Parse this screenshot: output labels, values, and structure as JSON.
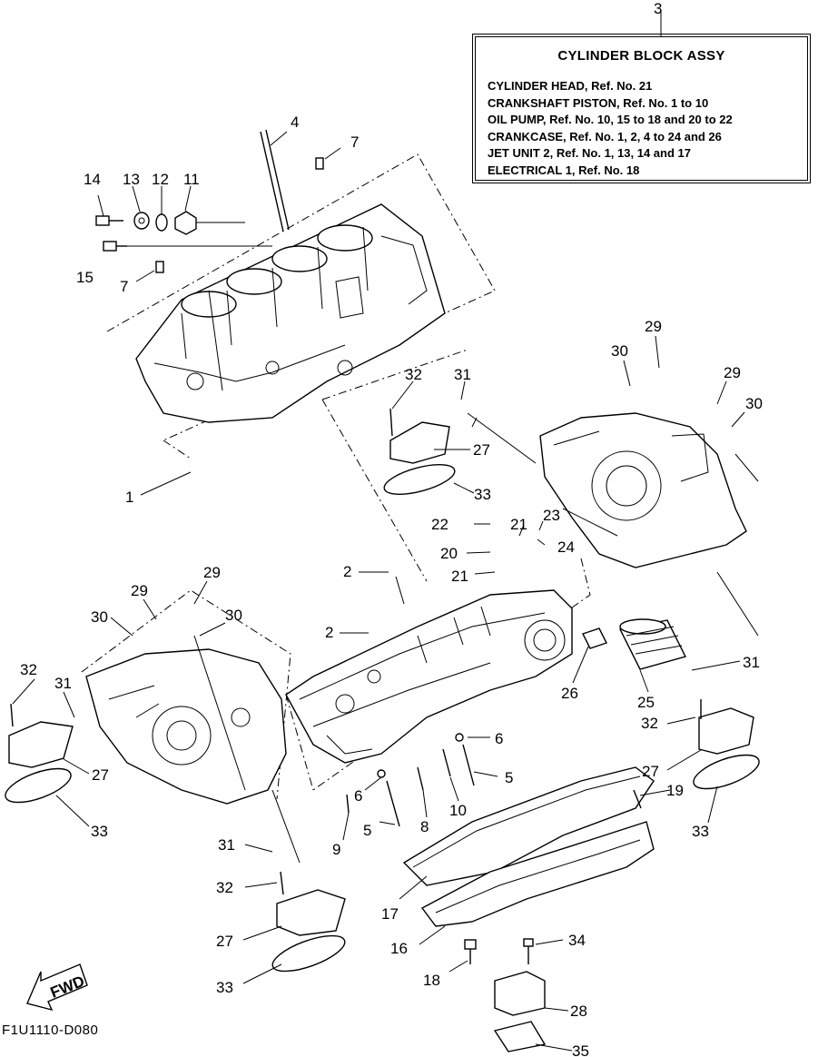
{
  "info_box": {
    "ref": "3",
    "title": "CYLINDER BLOCK ASSY",
    "lines": [
      "CYLINDER HEAD,  Ref. No. 21",
      "CRANKSHAFT PISTON,  Ref. No. 1 to 10",
      "OIL PUMP,  Ref. No. 10, 15 to 18 and 20 to 22",
      "CRANKCASE,  Ref. No. 1, 2, 4 to 24 and 26",
      "JET UNIT 2,  Ref. No. 1, 13, 14 and 17",
      "ELECTRICAL 1,  Ref. No. 18"
    ]
  },
  "fwd_label": "FWD",
  "drawing_code": "F1U1110-D080",
  "callouts": {
    "c1": "1",
    "c2a": "2",
    "c2b": "2",
    "c4": "4",
    "c5a": "5",
    "c5b": "5",
    "c6a": "6",
    "c6b": "6",
    "c7a": "7",
    "c7b": "7",
    "c8": "8",
    "c9": "9",
    "c10": "10",
    "c11": "11",
    "c12": "12",
    "c13": "13",
    "c14": "14",
    "c15": "15",
    "c16": "16",
    "c17": "17",
    "c18": "18",
    "c19": "19",
    "c20": "20",
    "c21a": "21",
    "c21b": "21",
    "c22": "22",
    "c23": "23",
    "c24": "24",
    "c25": "25",
    "c26": "26",
    "c27a": "27",
    "c27b": "27",
    "c27c": "27",
    "c27d": "27",
    "c28": "28",
    "c29a": "29",
    "c29b": "29",
    "c29c": "29",
    "c29d": "29",
    "c30a": "30",
    "c30b": "30",
    "c30c": "30",
    "c30d": "30",
    "c31a": "31",
    "c31b": "31",
    "c31c": "31",
    "c31d": "31",
    "c32a": "32",
    "c32b": "32",
    "c32c": "32",
    "c32d": "32",
    "c33a": "33",
    "c33b": "33",
    "c33c": "33",
    "c33d": "33",
    "c34": "34",
    "c35": "35"
  }
}
